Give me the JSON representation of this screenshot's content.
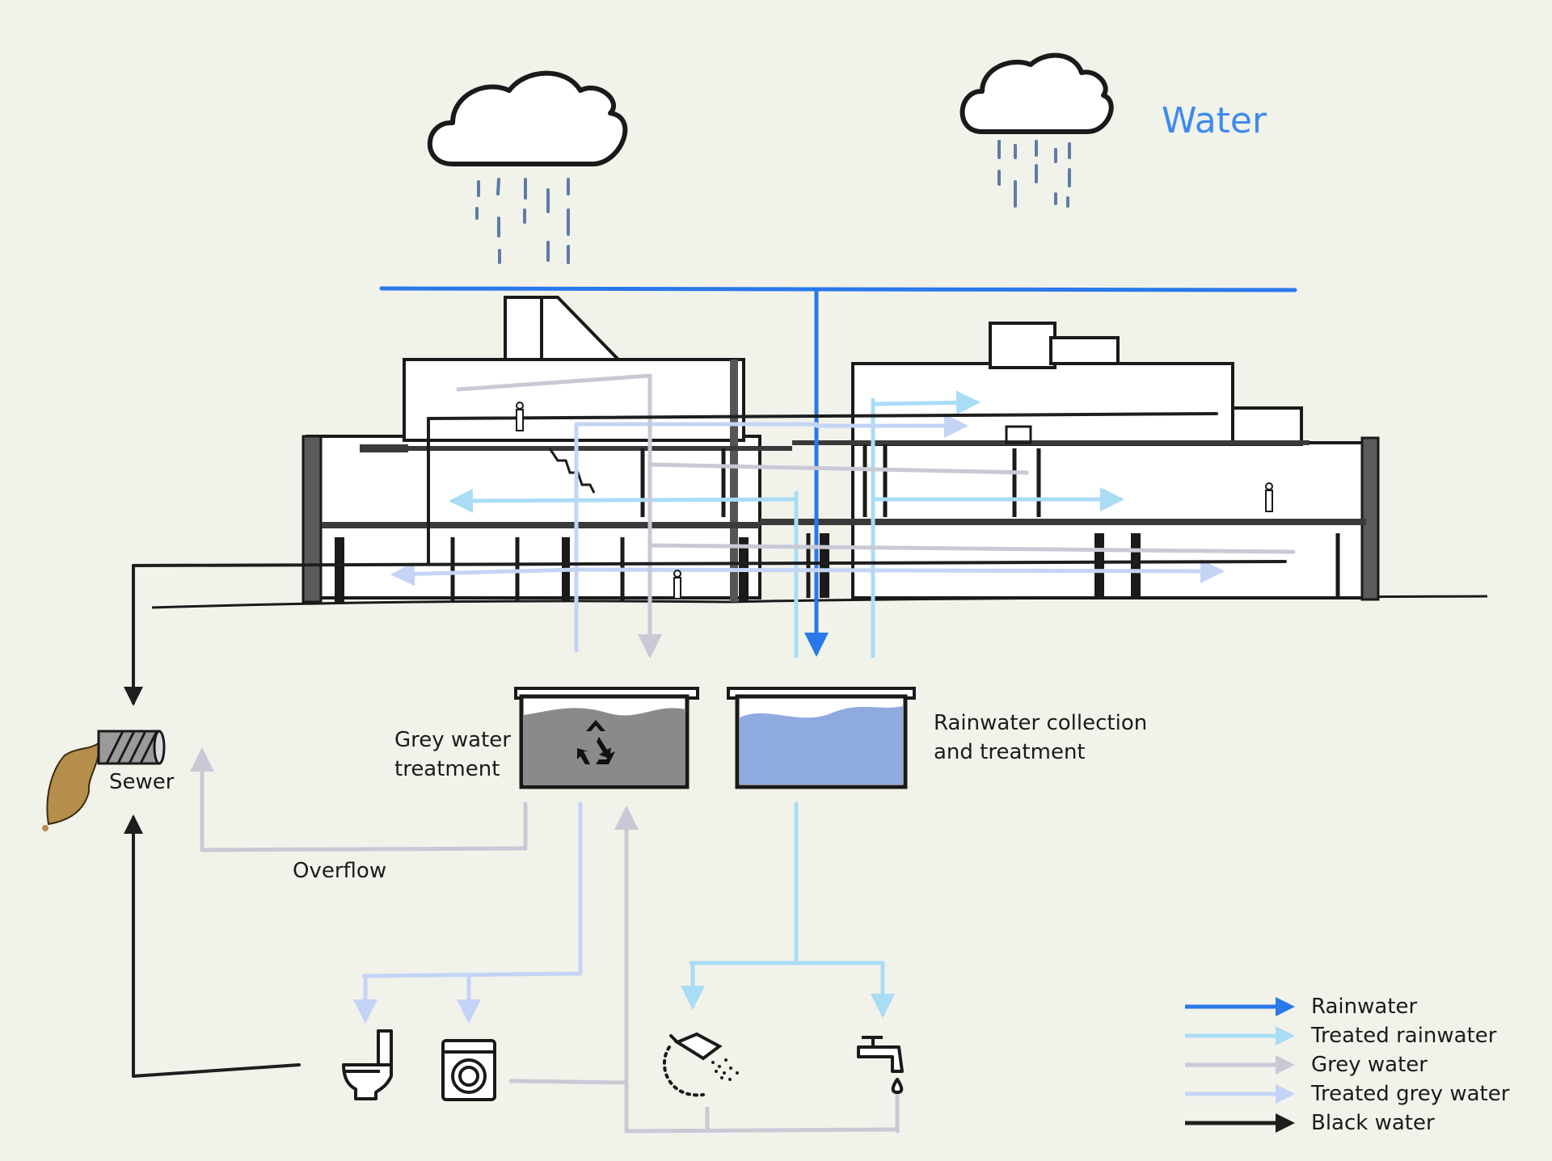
{
  "title": "Water",
  "labels": {
    "grey_treatment_line1": "Grey water",
    "grey_treatment_line2": "treatment",
    "rain_treatment_line1": "Rainwater collection",
    "rain_treatment_line2": "and treatment",
    "sewer": "Sewer",
    "overflow": "Overflow"
  },
  "legend": [
    {
      "label": "Rainwater",
      "color": "#2a78ea"
    },
    {
      "label": "Treated rainwater",
      "color": "#a9dcf5"
    },
    {
      "label": "Grey water",
      "color": "#c9c9d6"
    },
    {
      "label": "Treated grey water",
      "color": "#c3d4f6"
    },
    {
      "label": "Black water",
      "color": "#1e1e1e"
    }
  ],
  "colors": {
    "background": "#f1f2ea",
    "grey_tank_water": "#8a8a8a",
    "rain_tank_water": "#8faadf",
    "sewage": "#b48e4a"
  },
  "icons": [
    "cloud-icon",
    "rain-icon",
    "recycle-icon",
    "sewer-pipe-icon",
    "toilet-icon",
    "washing-machine-icon",
    "shower-icon",
    "tap-icon"
  ]
}
